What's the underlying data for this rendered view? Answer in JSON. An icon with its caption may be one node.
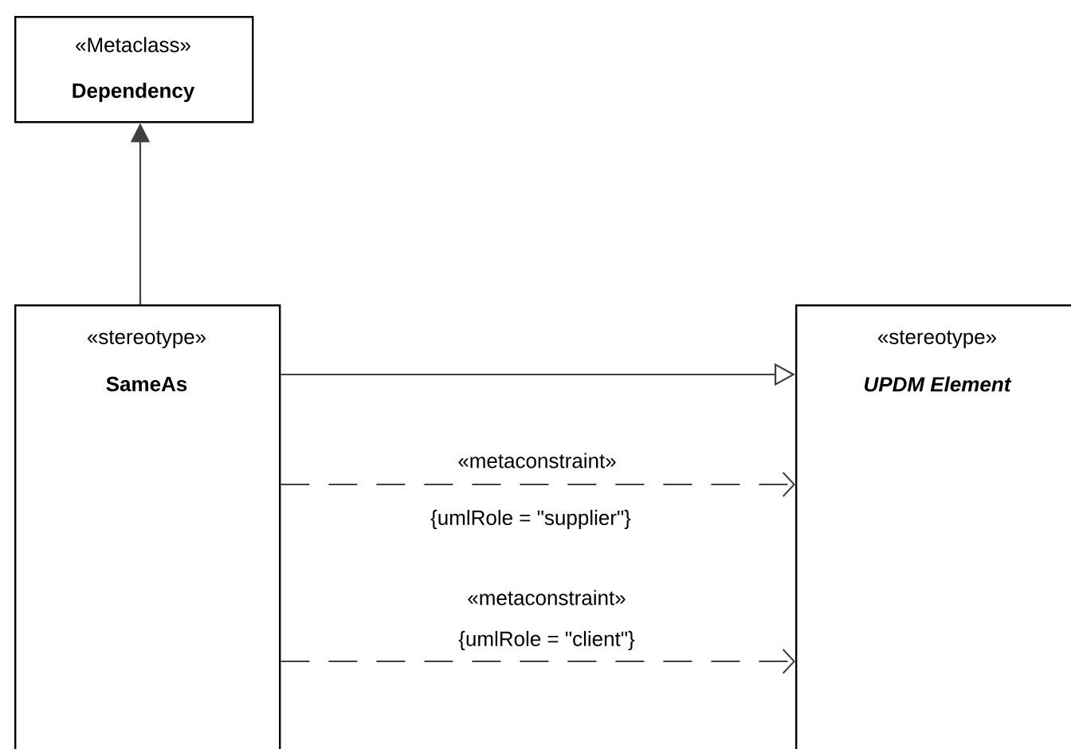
{
  "diagram": {
    "nodes": [
      {
        "text": [
          "«Metaclass»",
          "Dependency"
        ]
      },
      {
        "text": [
          "«stereotype»",
          "SameAs"
        ]
      },
      {
        "text": [
          "«stereotype»",
          "UPDM Element"
        ]
      }
    ],
    "edges": [
      {
        "from": 1,
        "to": 0,
        "arrow": "to"
      },
      {
        "from": 1,
        "to": 2,
        "arrow": "to"
      },
      {
        "from": 1,
        "to": 2,
        "arrow": "to",
        "style": "dashed",
        "label": "«metaconstraint»"
      },
      {
        "from": 1,
        "to": 2,
        "arrow": "to",
        "style": "dashed",
        "label": "«metaconstraint»"
      }
    ],
    "labels": [
      "{umlRole = \"supplier\"}",
      "{umlRole = \"client\"}"
    ]
  }
}
